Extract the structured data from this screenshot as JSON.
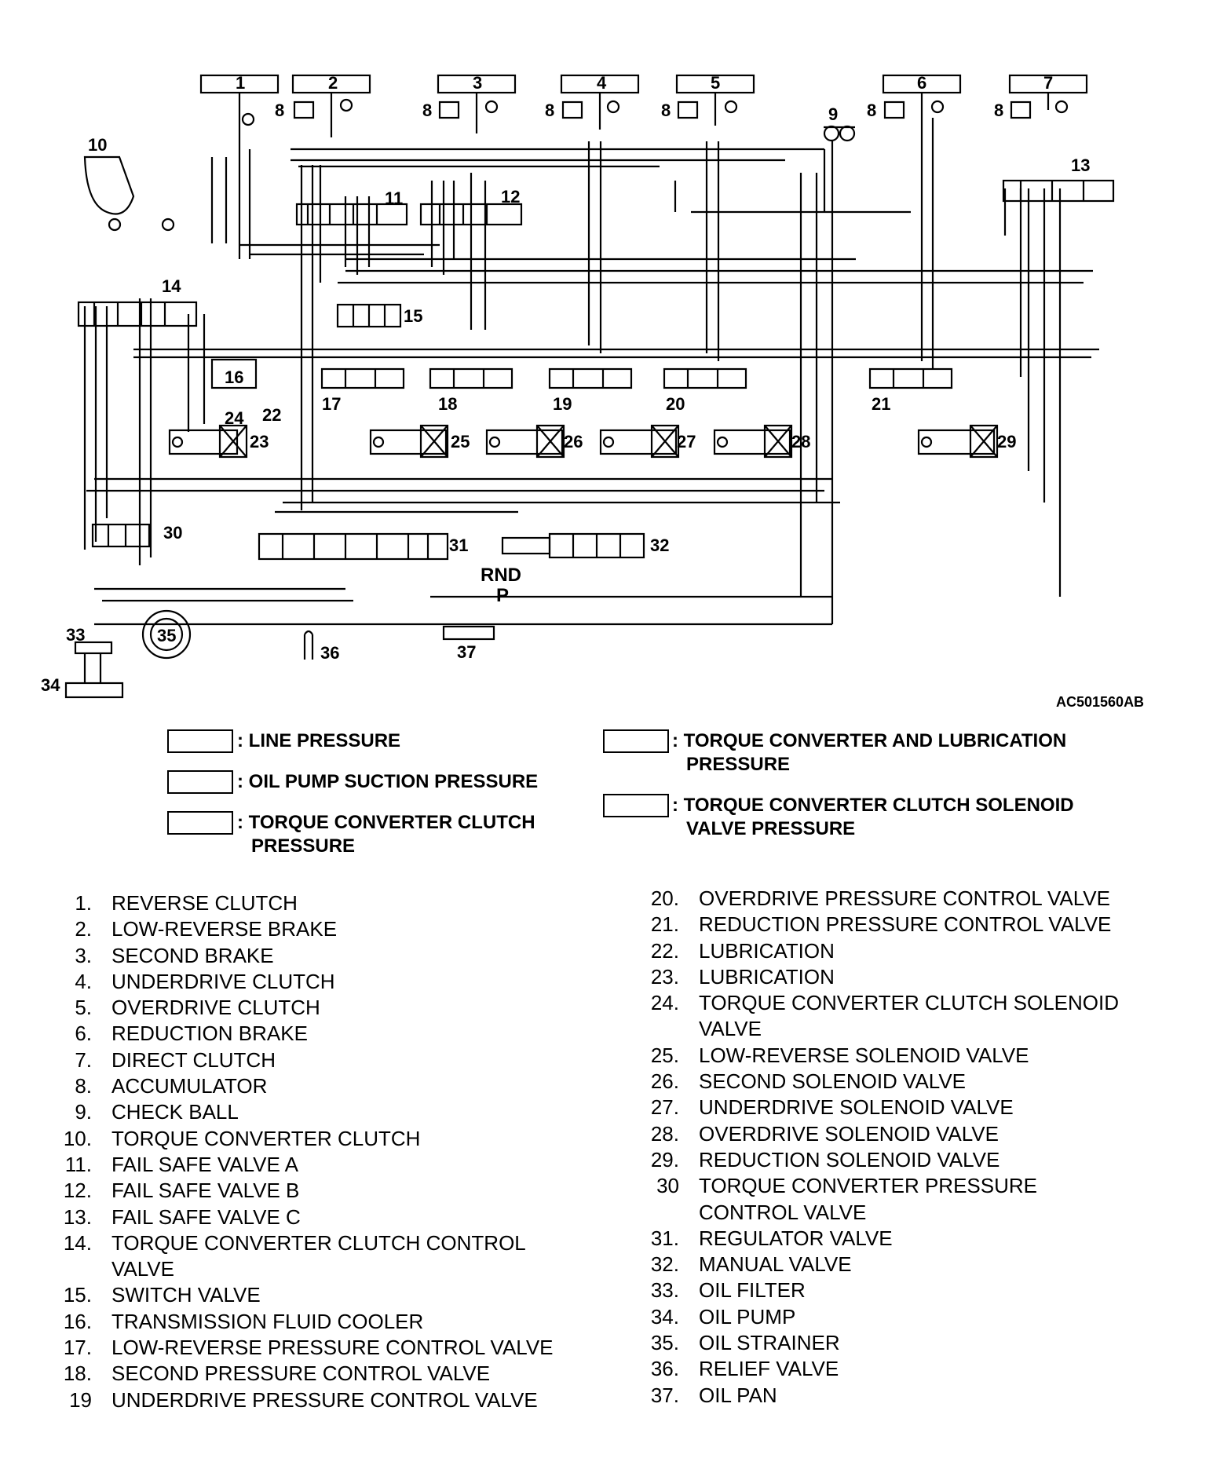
{
  "diagram": {
    "callouts": [
      "1",
      "2",
      "3",
      "4",
      "5",
      "6",
      "7",
      "8",
      "9",
      "10",
      "11",
      "12",
      "13",
      "14",
      "15",
      "16",
      "17",
      "18",
      "19",
      "20",
      "21",
      "22",
      "23",
      "24",
      "25",
      "26",
      "27",
      "28",
      "29",
      "30",
      "31",
      "32",
      "33",
      "34",
      "35",
      "36",
      "37"
    ],
    "selector_positions": "RND",
    "selector_park": "P"
  },
  "figure_code": "AC501560AB",
  "legend": [
    {
      "label": ": LINE PRESSURE"
    },
    {
      "label": ": OIL PUMP SUCTION PRESSURE"
    },
    {
      "label": ": TORQUE CONVERTER CLUTCH",
      "label2": "PRESSURE"
    },
    {
      "label": ": TORQUE CONVERTER AND LUBRICATION",
      "label2": "PRESSURE"
    },
    {
      "label": ": TORQUE CONVERTER CLUTCH SOLENOID",
      "label2": "VALVE PRESSURE"
    }
  ],
  "parts_left": [
    {
      "num": "1.",
      "label": "REVERSE CLUTCH"
    },
    {
      "num": "2.",
      "label": "LOW-REVERSE BRAKE"
    },
    {
      "num": "3.",
      "label": "SECOND BRAKE"
    },
    {
      "num": "4.",
      "label": "UNDERDRIVE CLUTCH"
    },
    {
      "num": "5.",
      "label": "OVERDRIVE CLUTCH"
    },
    {
      "num": "6.",
      "label": "REDUCTION BRAKE"
    },
    {
      "num": "7.",
      "label": "DIRECT CLUTCH"
    },
    {
      "num": "8.",
      "label": "ACCUMULATOR"
    },
    {
      "num": "9.",
      "label": "CHECK BALL"
    },
    {
      "num": "10.",
      "label": "TORQUE CONVERTER CLUTCH"
    },
    {
      "num": "11.",
      "label": "FAIL SAFE VALVE A"
    },
    {
      "num": "12.",
      "label": "FAIL SAFE VALVE B"
    },
    {
      "num": "13.",
      "label": "FAIL SAFE VALVE C"
    },
    {
      "num": "14.",
      "label": "TORQUE CONVERTER CLUTCH CONTROL"
    },
    {
      "num": "",
      "label": "VALVE"
    },
    {
      "num": "15.",
      "label": "SWITCH VALVE"
    },
    {
      "num": "16.",
      "label": "TRANSMISSION FLUID COOLER"
    },
    {
      "num": "17.",
      "label": "LOW-REVERSE PRESSURE CONTROL VALVE"
    },
    {
      "num": "18.",
      "label": "SECOND PRESSURE CONTROL VALVE"
    },
    {
      "num": "19",
      "label": "UNDERDRIVE PRESSURE CONTROL VALVE"
    }
  ],
  "parts_right": [
    {
      "num": "20.",
      "label": "OVERDRIVE PRESSURE CONTROL VALVE"
    },
    {
      "num": "21.",
      "label": "REDUCTION PRESSURE CONTROL VALVE"
    },
    {
      "num": "22.",
      "label": "LUBRICATION"
    },
    {
      "num": "23.",
      "label": "LUBRICATION"
    },
    {
      "num": "24.",
      "label": "TORQUE CONVERTER CLUTCH SOLENOID"
    },
    {
      "num": "",
      "label": "VALVE"
    },
    {
      "num": "25.",
      "label": "LOW-REVERSE SOLENOID VALVE"
    },
    {
      "num": "26.",
      "label": "SECOND SOLENOID VALVE"
    },
    {
      "num": "27.",
      "label": "UNDERDRIVE SOLENOID VALVE"
    },
    {
      "num": "28.",
      "label": "OVERDRIVE SOLENOID VALVE"
    },
    {
      "num": "29.",
      "label": "REDUCTION SOLENOID VALVE"
    },
    {
      "num": "30",
      "label": "TORQUE CONVERTER PRESSURE"
    },
    {
      "num": "",
      "label": "CONTROL VALVE"
    },
    {
      "num": "31.",
      "label": "REGULATOR VALVE"
    },
    {
      "num": "32.",
      "label": "MANUAL VALVE"
    },
    {
      "num": "33.",
      "label": "OIL FILTER"
    },
    {
      "num": "34.",
      "label": "OIL PUMP"
    },
    {
      "num": "35.",
      "label": "OIL STRAINER"
    },
    {
      "num": "36.",
      "label": "RELIEF VALVE"
    },
    {
      "num": "37.",
      "label": "OIL PAN"
    }
  ]
}
